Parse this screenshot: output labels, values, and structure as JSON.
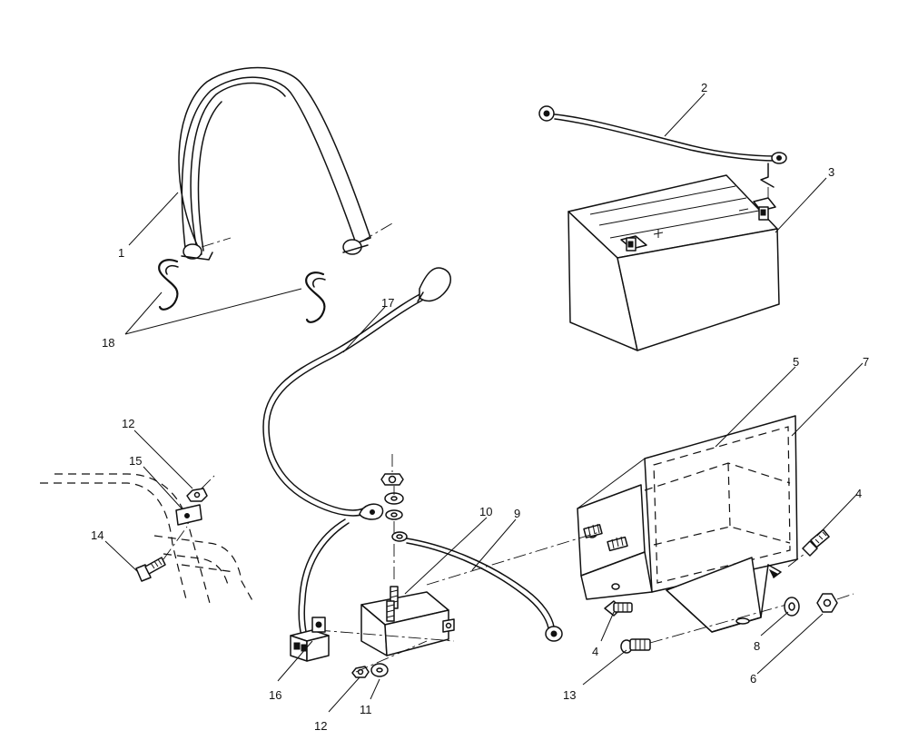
{
  "diagram": {
    "callouts": {
      "c1": "1",
      "c2": "2",
      "c3": "3",
      "c4a": "4",
      "c4b": "4",
      "c5": "5",
      "c6": "6",
      "c7": "7",
      "c8": "8",
      "c9": "9",
      "c10": "10",
      "c11": "11",
      "c12a": "12",
      "c12b": "12",
      "c13": "13",
      "c14": "14",
      "c15": "15",
      "c16": "16",
      "c17": "17",
      "c18": "18"
    }
  }
}
